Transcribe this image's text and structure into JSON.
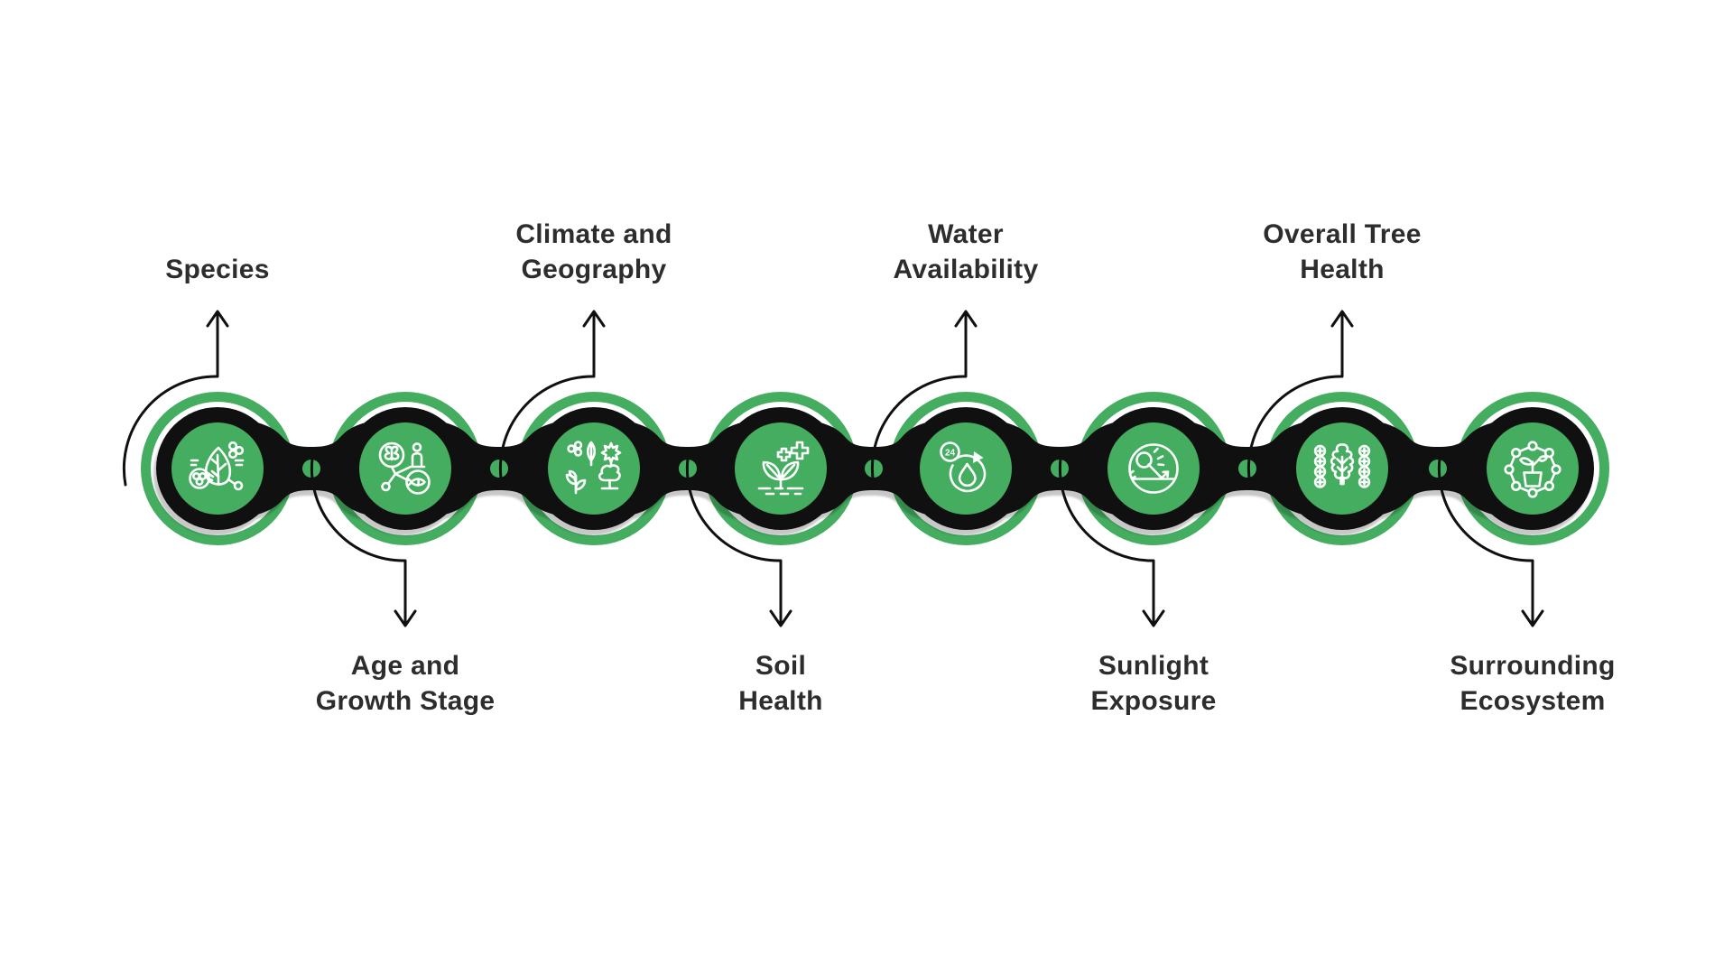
{
  "colors": {
    "accent": "#44AD60",
    "ink": "#101010",
    "label": "#2D2D2D"
  },
  "nodes": [
    {
      "id": "species",
      "label": "Species",
      "lines": [
        "Species"
      ],
      "side": "top",
      "icon": "species-leaf-icon"
    },
    {
      "id": "age-growth-stage",
      "label": "Age and Growth Stage",
      "lines": [
        "Age and",
        "Growth Stage"
      ],
      "side": "bottom",
      "icon": "growth-stage-icon"
    },
    {
      "id": "climate-geography",
      "label": "Climate and Geography",
      "lines": [
        "Climate and",
        "Geography"
      ],
      "side": "top",
      "icon": "plant-variety-icon"
    },
    {
      "id": "soil-health",
      "label": "Soil Health",
      "lines": [
        "Soil",
        "Health"
      ],
      "side": "bottom",
      "icon": "seedling-soil-icon"
    },
    {
      "id": "water-availability",
      "label": "Water Availability",
      "lines": [
        "Water",
        "Availability"
      ],
      "side": "top",
      "icon": "water-cycle-icon",
      "badge": "24"
    },
    {
      "id": "sunlight-exposure",
      "label": "Sunlight Exposure",
      "lines": [
        "Sunlight",
        "Exposure"
      ],
      "side": "bottom",
      "icon": "sunlight-reflection-icon"
    },
    {
      "id": "overall-tree-health",
      "label": "Overall Tree Health",
      "lines": [
        "Overall Tree",
        "Health"
      ],
      "side": "top",
      "icon": "tree-health-icon"
    },
    {
      "id": "surrounding-ecosystem",
      "label": "Surrounding Ecosystem",
      "lines": [
        "Surrounding",
        "Ecosystem"
      ],
      "side": "bottom",
      "icon": "ecosystem-network-icon"
    }
  ]
}
